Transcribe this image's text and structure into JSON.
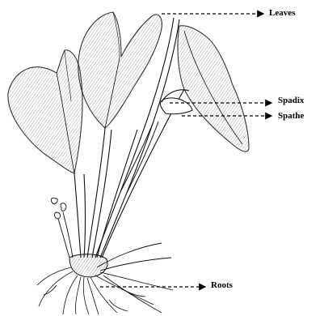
{
  "labels": {
    "leaves": "Leaves",
    "spadix": "Spadix",
    "spathe": "Spathe",
    "roots": "Roots"
  },
  "colors": {
    "ink": "#111111",
    "paper": "#ffffff",
    "leader": "#000000"
  }
}
